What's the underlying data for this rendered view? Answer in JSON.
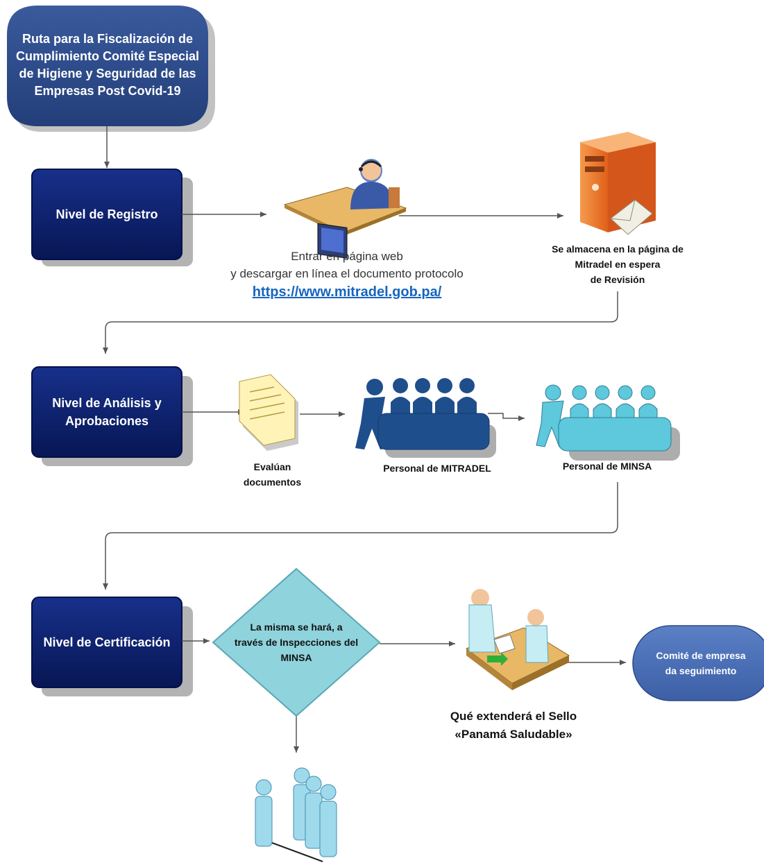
{
  "start": {
    "title": "Ruta para la Fiscalización de\nCumplimiento Comité Especial\nde Higiene y Seguridad de las\nEmpresas Post Covid-19"
  },
  "levels": {
    "registro": "Nivel de Registro",
    "analisis": "Nivel de Análisis y\nAprobaciones",
    "certificacion": "Nivel de Certificación"
  },
  "registro": {
    "web_text": "Entrar en página web\ny descargar en línea el documento protocolo",
    "url": "https://www.mitradel.gob.pa/",
    "server_caption": "Se almacena en la página de\nMitradel en espera\nde Revisión"
  },
  "analisis": {
    "doc_caption": "Evalúan\ndocumentos",
    "mitradel_caption": "Personal de MITRADEL",
    "minsa_caption": "Personal de MINSA"
  },
  "certificacion": {
    "decision_text": "La misma se hará, a\ntravés de Inspecciones del\nMINSA",
    "seal_caption": "Qué extenderá el Sello\n«Panamá Saludable»",
    "end_text": "Comité de empresa\nda seguimiento"
  },
  "colors": {
    "navy": "#0b1f6b",
    "slate_blue": "#2b4a8a",
    "end_blue": "#4a6fb5",
    "diamond": "#8fd3dc",
    "people_dark": "#1f4e8c",
    "people_light": "#5ec8dc",
    "server_orange": "#f07b2a"
  },
  "icons": [
    "operator-at-computer-icon",
    "server-icon",
    "envelope-icon",
    "document-icon",
    "people-group-icon",
    "handshake-desk-icon",
    "inspectors-icon"
  ]
}
